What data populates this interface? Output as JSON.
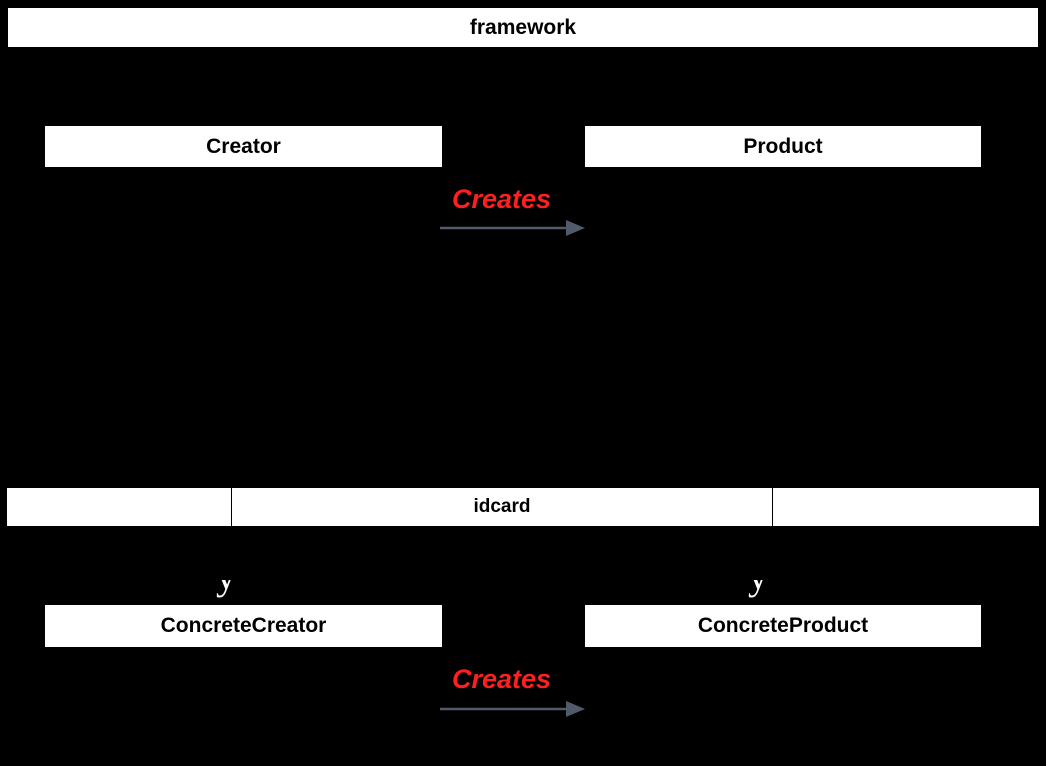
{
  "diagram": {
    "background_color": "#000000",
    "box_fill_color": "#ffffff",
    "box_border_color": "#000000",
    "relation_label_color": "#fe2020",
    "arrow_color": "#515a6b",
    "packages": [
      {
        "name": "framework",
        "title": "framework",
        "cells": [
          "",
          "framework",
          ""
        ]
      },
      {
        "name": "idcard",
        "title": "idcard",
        "cells": [
          "",
          "idcard",
          ""
        ]
      }
    ],
    "classes": [
      {
        "key": "creator",
        "label": "Creator"
      },
      {
        "key": "product",
        "label": "Product"
      },
      {
        "key": "concrete_creator",
        "label": "ConcreteCreator"
      },
      {
        "key": "concrete_product",
        "label": "ConcreteProduct"
      }
    ],
    "relations": [
      {
        "key": "creates_abstract",
        "label": "Creates",
        "from": "Creator",
        "to": "Product",
        "arrow": "arrow-right-icon"
      },
      {
        "key": "creates_concrete",
        "label": "Creates",
        "from": "ConcreteCreator",
        "to": "ConcreteProduct",
        "arrow": "arrow-right-icon"
      }
    ],
    "glyph_remnants": [
      "y",
      "y"
    ]
  }
}
